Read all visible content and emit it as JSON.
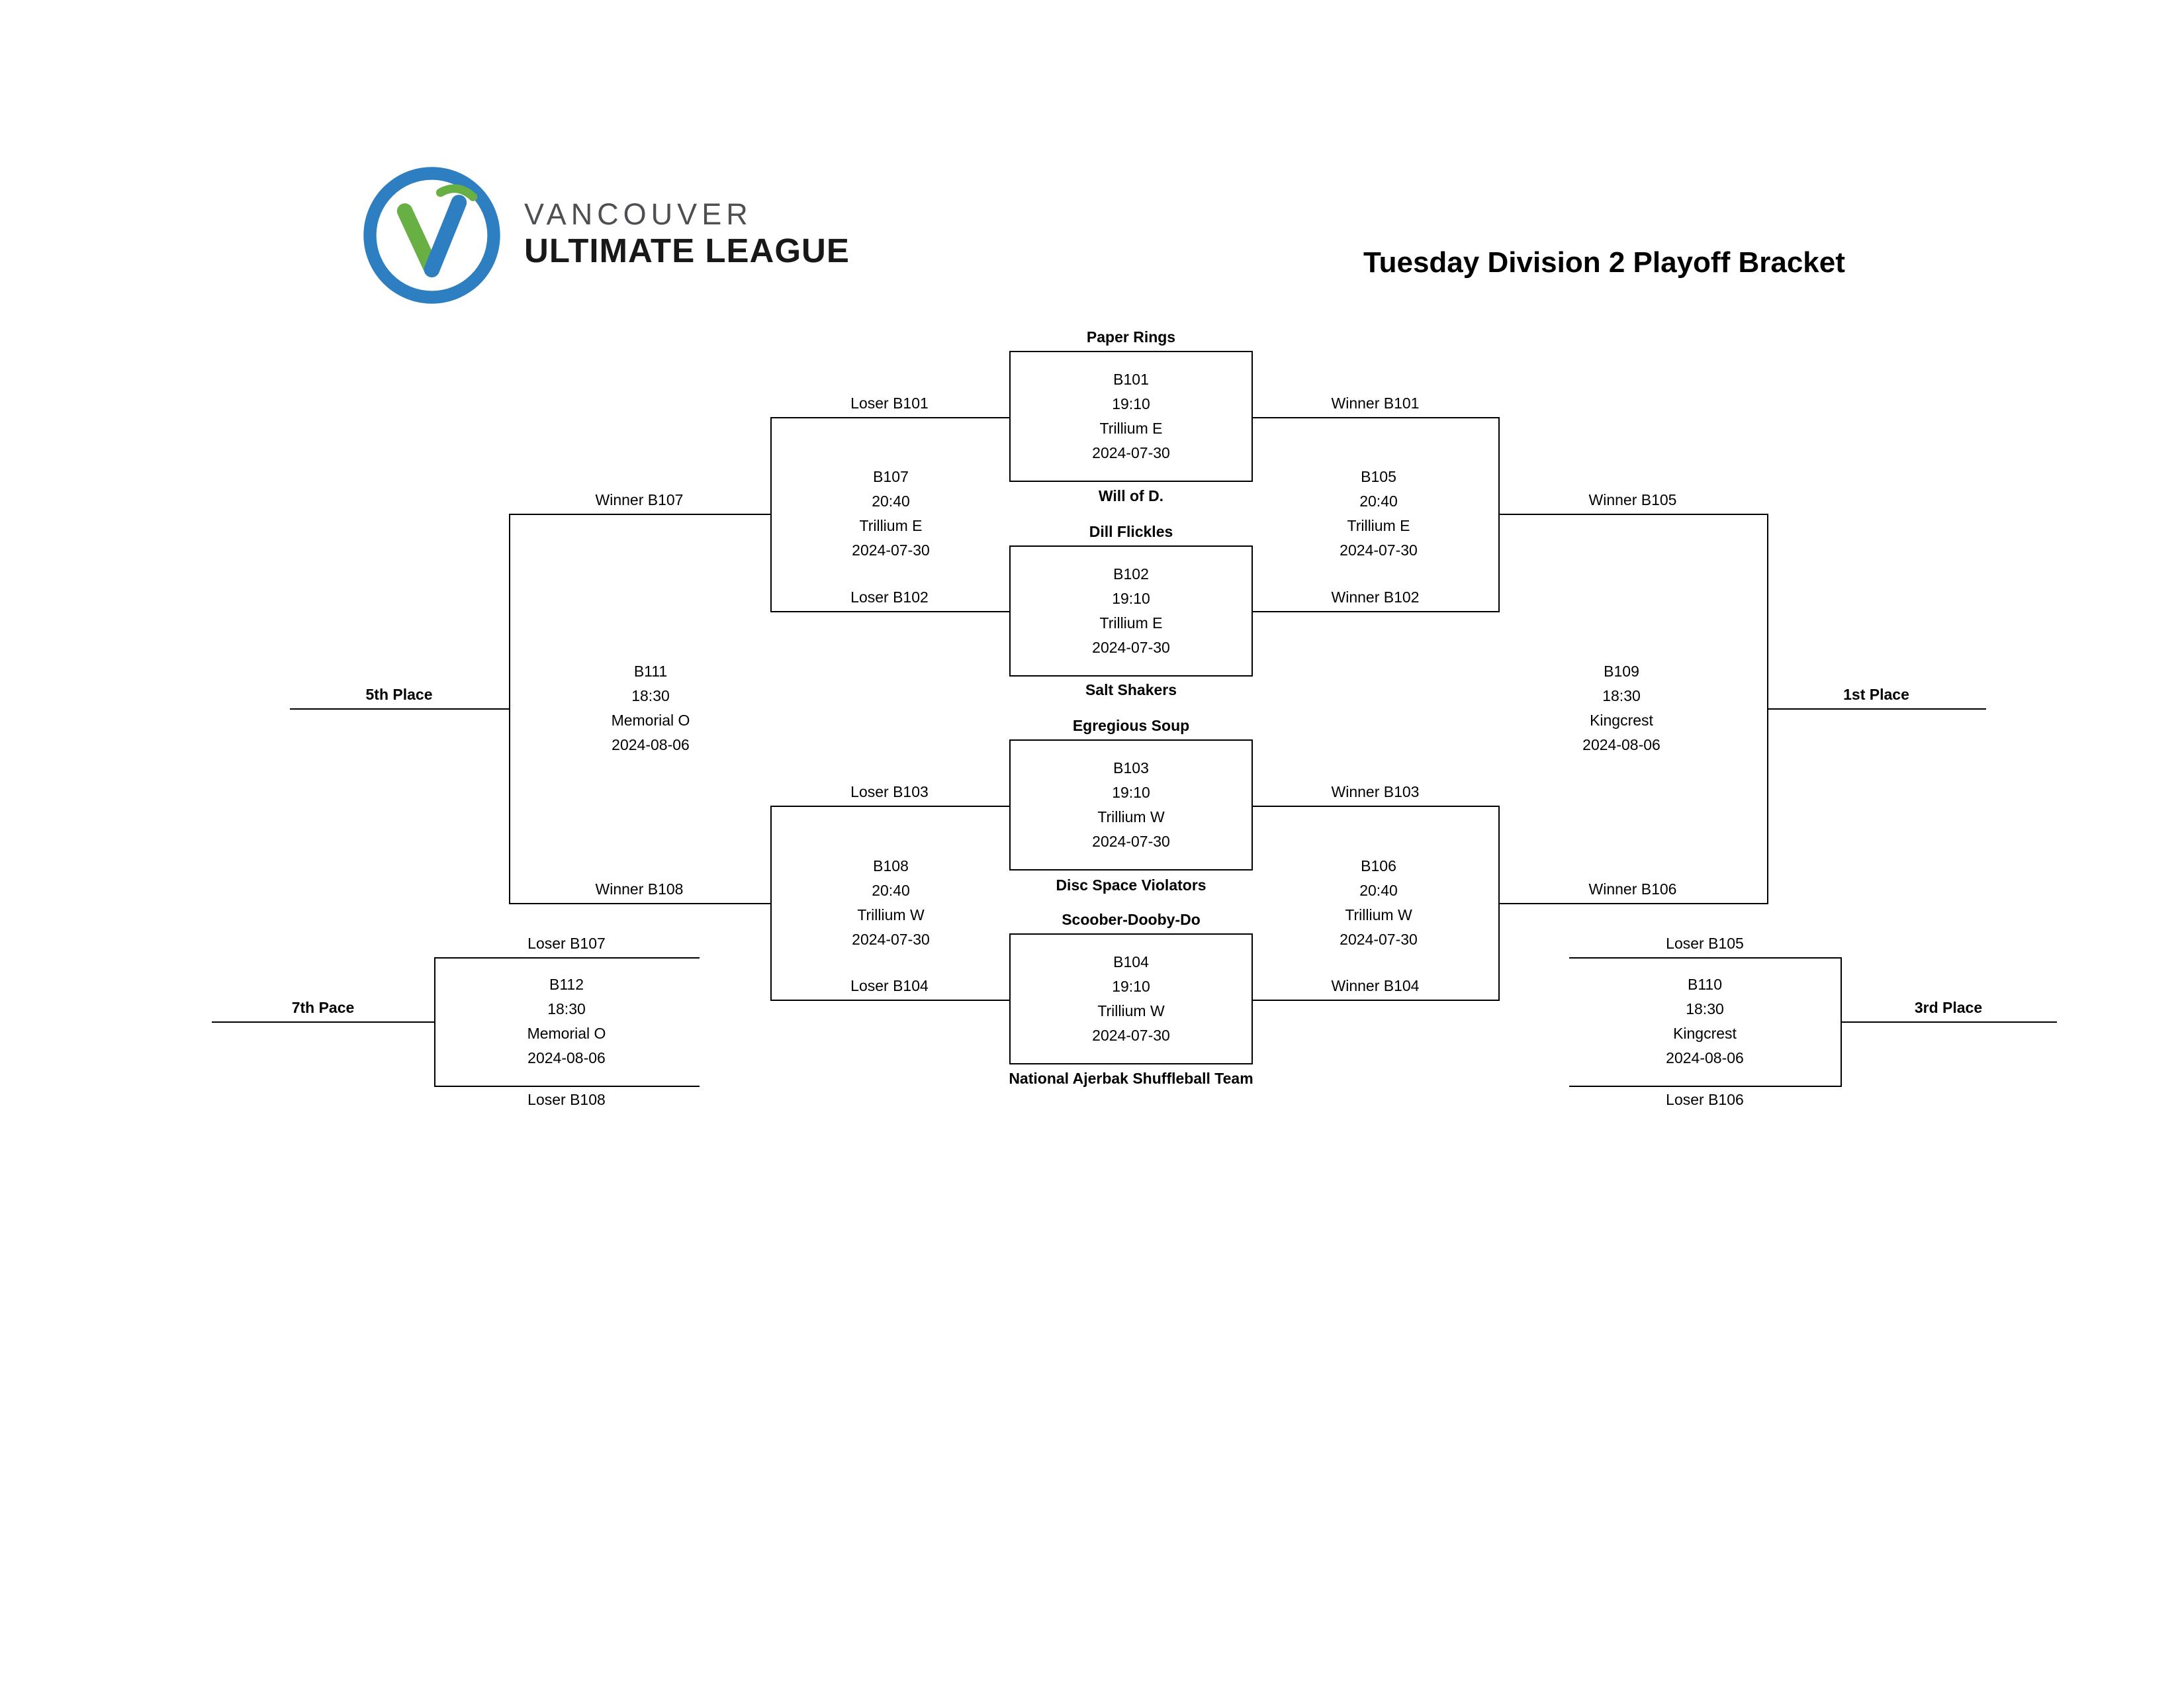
{
  "brand": {
    "line1": "VANCOUVER",
    "line2": "ULTIMATE LEAGUE"
  },
  "title": "Tuesday Division 2 Playoff Bracket",
  "colors": {
    "logo_blue": "#2d7fc1",
    "logo_green": "#68b043",
    "line_black": "#000000"
  },
  "games": {
    "b101": {
      "id": "B101",
      "time": "19:10",
      "venue": "Trillium E",
      "date": "2024-07-30",
      "top_label": "Paper Rings",
      "bottom_label": "Will of D."
    },
    "b102": {
      "id": "B102",
      "time": "19:10",
      "venue": "Trillium E",
      "date": "2024-07-30",
      "top_label": "Dill Flickles",
      "bottom_label": "Salt Shakers"
    },
    "b103": {
      "id": "B103",
      "time": "19:10",
      "venue": "Trillium W",
      "date": "2024-07-30",
      "top_label": "Egregious Soup",
      "bottom_label": "Disc Space Violators"
    },
    "b104": {
      "id": "B104",
      "time": "19:10",
      "venue": "Trillium W",
      "date": "2024-07-30",
      "top_label": "Scoober-Dooby-Do",
      "bottom_label": "National Ajerbak Shuffleball Team"
    },
    "b105": {
      "id": "B105",
      "time": "20:40",
      "venue": "Trillium E",
      "date": "2024-07-30",
      "top_label": "Winner B101",
      "bottom_label": "Winner B102",
      "out_label": "Winner B105"
    },
    "b106": {
      "id": "B106",
      "time": "20:40",
      "venue": "Trillium W",
      "date": "2024-07-30",
      "top_label": "Winner B103",
      "bottom_label": "Winner B104",
      "out_label": "Winner B106"
    },
    "b107": {
      "id": "B107",
      "time": "20:40",
      "venue": "Trillium E",
      "date": "2024-07-30",
      "top_label": "Loser B101",
      "bottom_label": "Loser B102",
      "out_label": "Winner B107"
    },
    "b108": {
      "id": "B108",
      "time": "20:40",
      "venue": "Trillium W",
      "date": "2024-07-30",
      "top_label": "Loser B103",
      "bottom_label": "Loser B104",
      "out_label": "Winner B108"
    },
    "b109": {
      "id": "B109",
      "time": "18:30",
      "venue": "Kingcrest",
      "date": "2024-08-06",
      "out_label": "1st Place"
    },
    "b110": {
      "id": "B110",
      "time": "18:30",
      "venue": "Kingcrest",
      "date": "2024-08-06",
      "top_label": "Loser B105",
      "bottom_label": "Loser B106",
      "out_label": "3rd Place"
    },
    "b111": {
      "id": "B111",
      "time": "18:30",
      "venue": "Memorial O",
      "date": "2024-08-06",
      "out_label": "5th Place"
    },
    "b112": {
      "id": "B112",
      "time": "18:30",
      "venue": "Memorial O",
      "date": "2024-08-06",
      "top_label": "Loser B107",
      "bottom_label": "Loser B108",
      "out_label": "7th Pace"
    }
  }
}
